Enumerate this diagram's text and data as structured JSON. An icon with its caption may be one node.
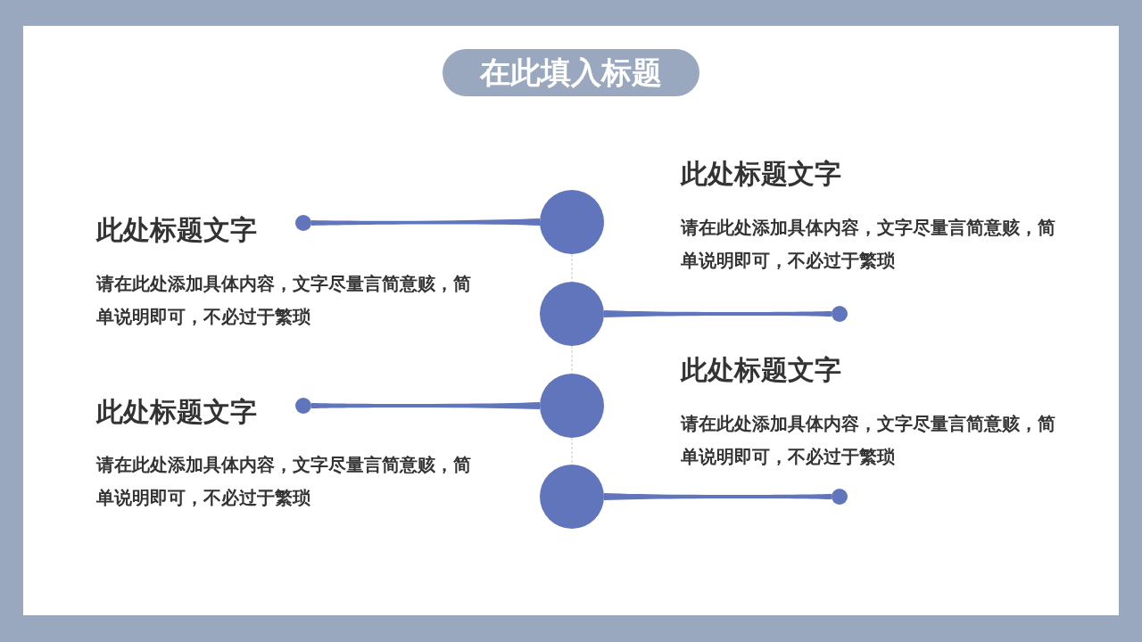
{
  "diagram": {
    "nodes": [
      {
        "text": [
          "在此填入标题"
        ]
      },
      {
        "text": [],
        "shape": "circle"
      },
      {
        "text": [],
        "shape": "circle"
      },
      {
        "text": [],
        "shape": "circle"
      },
      {
        "text": [],
        "shape": "circle"
      },
      {
        "text": [],
        "shape": "circle",
        "beside": [
          "此处标题文字",
          "请在此处添加具体内容，文字尽量言简意赅，简单说明即可，不必过于繁琐"
        ]
      },
      {
        "text": [],
        "shape": "circle",
        "beside": [
          "此处标题文字",
          "请在此处添加具体内容，文字尽量言简意赅，简单说明即可，不必过于繁琐"
        ]
      },
      {
        "text": [],
        "shape": "circle",
        "beside": [
          "此处标题文字",
          "请在此处添加具体内容，文字尽量言简意赅，简单说明即可，不必过于繁琐"
        ]
      },
      {
        "text": [],
        "shape": "circle",
        "beside": [
          "此处标题文字",
          "请在此处添加具体内容，文字尽量言简意赅，简单说明即可，不必过于繁琐"
        ]
      }
    ],
    "edges": [
      {
        "from": 1,
        "to": 5,
        "arrow": "none"
      },
      {
        "from": 2,
        "to": 6,
        "arrow": "none"
      },
      {
        "from": 3,
        "to": 7,
        "arrow": "none"
      },
      {
        "from": 4,
        "to": 8,
        "arrow": "none"
      },
      {
        "from": 1,
        "to": 2,
        "arrow": "none",
        "style": "dashed",
        "color": "#c8c8c8"
      },
      {
        "from": 2,
        "to": 3,
        "arrow": "none",
        "style": "dashed",
        "color": "#c8c8c8"
      },
      {
        "from": 3,
        "to": 4,
        "arrow": "none",
        "style": "dashed",
        "color": "#c8c8c8"
      }
    ]
  }
}
